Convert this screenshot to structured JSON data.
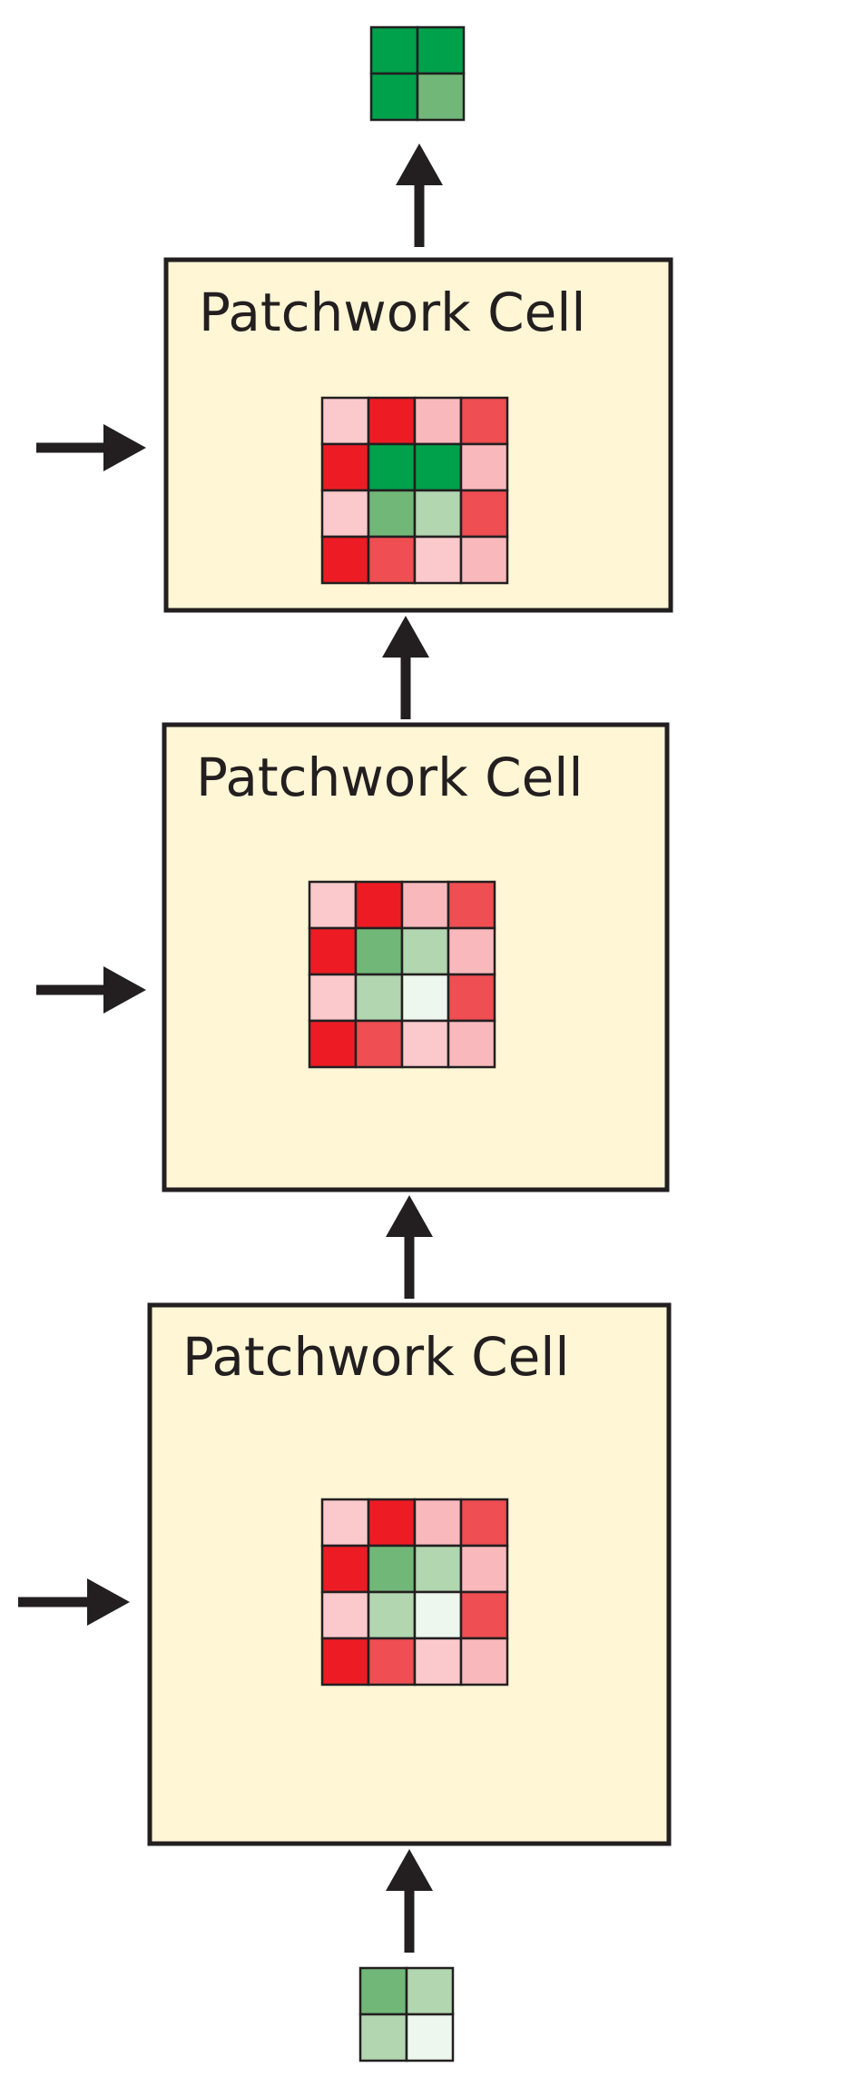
{
  "colors": {
    "box_fill": "#fef6d5",
    "stroke": "#231f20",
    "arrow": "#231f20",
    "palette": {
      "R": "#ed1c24",
      "r": "#ef4e52",
      "p": "#f9b9bc",
      "q": "#fbc9cb",
      "G": "#00a14b",
      "g": "#71b878",
      "l": "#b1d6b0",
      "w": "#eef7ee"
    }
  },
  "cells": [
    {
      "id": "top",
      "title": "Patchwork Cell",
      "grid": [
        "qRpr",
        "RGGp",
        "qglr",
        "Rrqp"
      ]
    },
    {
      "id": "middle",
      "title": "Patchwork Cell",
      "grid": [
        "qRpr",
        "Rglp",
        "qlwr",
        "Rrqp"
      ]
    },
    {
      "id": "bottom",
      "title": "Patchwork Cell",
      "grid": [
        "qRpr",
        "Rglp",
        "qlwr",
        "Rrqp"
      ]
    }
  ],
  "output_patch": [
    "GG",
    "Gg"
  ],
  "input_patch": [
    "gl",
    "lw"
  ]
}
